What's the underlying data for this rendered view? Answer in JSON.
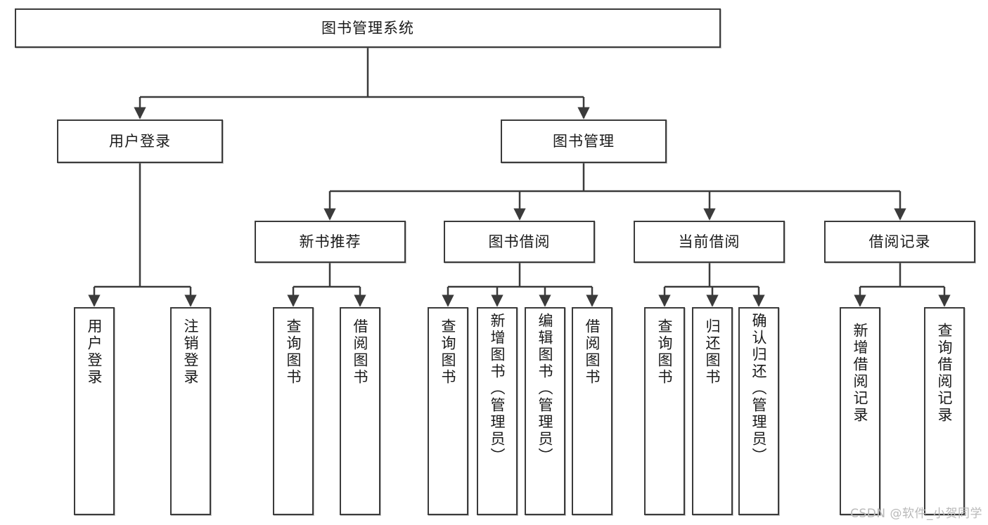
{
  "diagram": {
    "type": "hierarchy-tree",
    "title": "图书管理系统",
    "watermark": "CSDN @软件_小贺同学",
    "colors": {
      "stroke": "#3b3b3b",
      "fill": "#ffffff",
      "text": "#1a1a1a",
      "watermark": "#b9b9b9"
    },
    "nodes": {
      "root": {
        "label": "图书管理系统"
      },
      "level2": [
        {
          "id": "user-login",
          "label": "用户登录"
        },
        {
          "id": "book-manage",
          "label": "图书管理"
        }
      ],
      "level3": [
        {
          "id": "new-book-recommend",
          "label": "新书推荐"
        },
        {
          "id": "book-borrow",
          "label": "图书借阅"
        },
        {
          "id": "current-borrow",
          "label": "当前借阅"
        },
        {
          "id": "borrow-record",
          "label": "借阅记录"
        }
      ],
      "leaves": [
        {
          "id": "leaf-user-login",
          "label": "用户登录",
          "parent": "user-login"
        },
        {
          "id": "leaf-user-logout",
          "label": "注销登录",
          "parent": "user-login"
        },
        {
          "id": "leaf-query-book-1",
          "label": "查询图书",
          "parent": "new-book-recommend"
        },
        {
          "id": "leaf-borrow-book-1",
          "label": "借阅图书",
          "parent": "new-book-recommend"
        },
        {
          "id": "leaf-query-book-2",
          "label": "查询图书",
          "parent": "book-borrow"
        },
        {
          "id": "leaf-add-book",
          "label": "新增图书（管理员）",
          "parent": "book-borrow"
        },
        {
          "id": "leaf-edit-book",
          "label": "编辑图书（管理员）",
          "parent": "book-borrow"
        },
        {
          "id": "leaf-borrow-book-2",
          "label": "借阅图书",
          "parent": "book-borrow"
        },
        {
          "id": "leaf-query-book-3",
          "label": "查询图书",
          "parent": "current-borrow"
        },
        {
          "id": "leaf-return-book",
          "label": "归还图书",
          "parent": "current-borrow"
        },
        {
          "id": "leaf-confirm-return",
          "label": "确认归还（管理员）",
          "parent": "current-borrow"
        },
        {
          "id": "leaf-add-record",
          "label": "新增借阅记录",
          "parent": "borrow-record"
        },
        {
          "id": "leaf-query-record",
          "label": "查询借阅记录",
          "parent": "borrow-record"
        }
      ]
    }
  }
}
